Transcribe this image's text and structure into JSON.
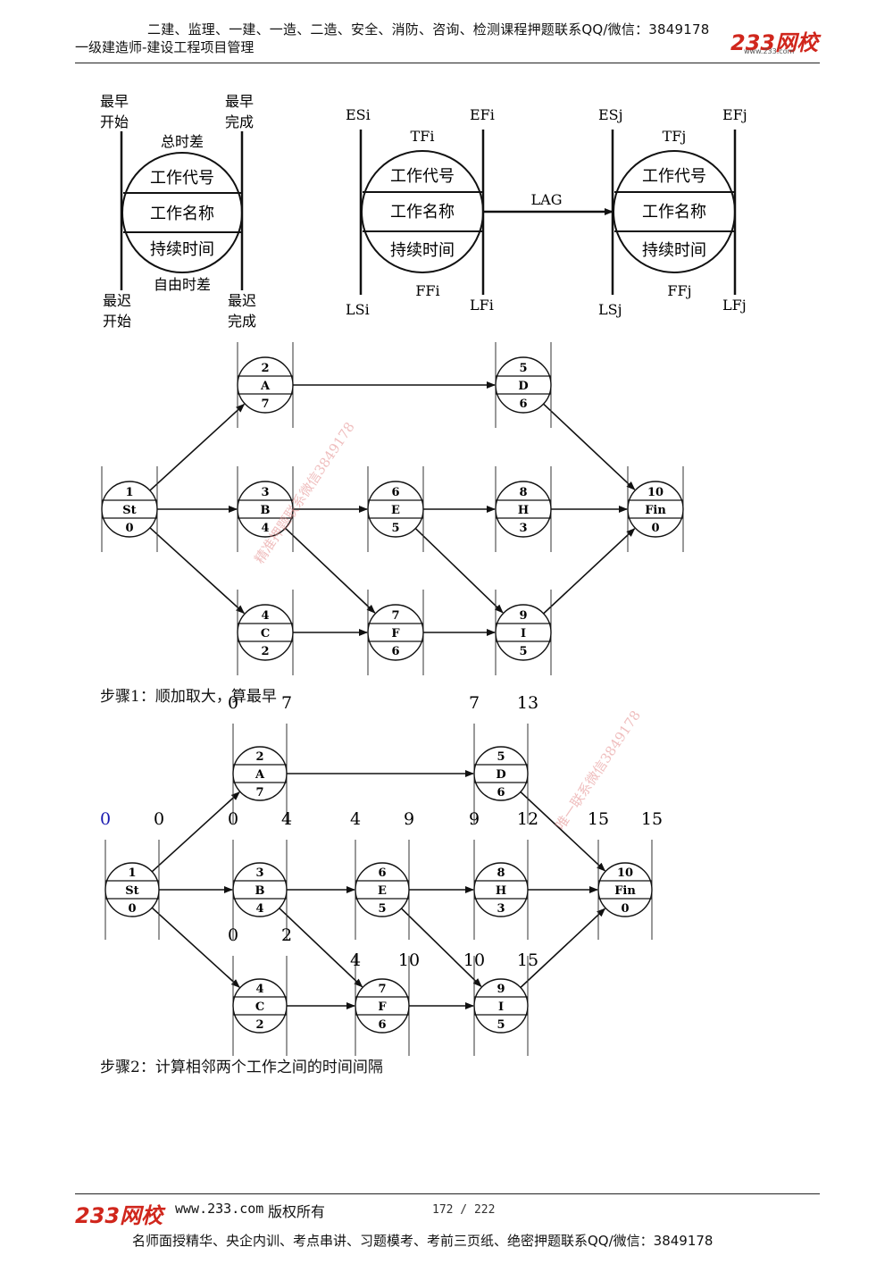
{
  "header": {
    "top_line": "二建、监理、一建、一造、二造、安全、消防、咨询、检测课程押题联系QQ/微信：3849178",
    "subtitle": "一级建造师-建设工程项目管理",
    "logo": "233网校",
    "logo_sub": "www.233.com"
  },
  "legend_simple": {
    "es": "最早\n开始",
    "ef": "最早\n完成",
    "ls": "最迟\n开始",
    "lf": "最迟\n完成",
    "tf": "总时差",
    "ff": "自由时差",
    "row1": "工作代号",
    "row2": "工作名称",
    "row3": "持续时间"
  },
  "legend_lag": {
    "i": {
      "es": "ESi",
      "ef": "EFi",
      "ls": "LSi",
      "lf": "LFi",
      "tf": "TFi",
      "ff": "FFi"
    },
    "j": {
      "es": "ESj",
      "ef": "EFj",
      "ls": "LSj",
      "lf": "LFj",
      "tf": "TFj",
      "ff": "FFj"
    },
    "lag": "LAG",
    "row1": "工作代号",
    "row2": "工作名称",
    "row3": "持续时间"
  },
  "network": {
    "nodes": [
      {
        "id": "1",
        "name": "St",
        "dur": "0"
      },
      {
        "id": "2",
        "name": "A",
        "dur": "7"
      },
      {
        "id": "3",
        "name": "B",
        "dur": "4"
      },
      {
        "id": "4",
        "name": "C",
        "dur": "2"
      },
      {
        "id": "5",
        "name": "D",
        "dur": "6"
      },
      {
        "id": "6",
        "name": "E",
        "dur": "5"
      },
      {
        "id": "7",
        "name": "F",
        "dur": "6"
      },
      {
        "id": "8",
        "name": "H",
        "dur": "3"
      },
      {
        "id": "9",
        "name": "I",
        "dur": "5"
      },
      {
        "id": "10",
        "name": "Fin",
        "dur": "0"
      }
    ],
    "edges": [
      [
        "1",
        "2"
      ],
      [
        "1",
        "3"
      ],
      [
        "1",
        "4"
      ],
      [
        "2",
        "5"
      ],
      [
        "3",
        "6"
      ],
      [
        "3",
        "7"
      ],
      [
        "4",
        "7"
      ],
      [
        "6",
        "8"
      ],
      [
        "6",
        "9"
      ],
      [
        "7",
        "9"
      ],
      [
        "5",
        "10"
      ],
      [
        "8",
        "10"
      ],
      [
        "9",
        "10"
      ]
    ]
  },
  "step1": "步骤1：顺加取大，算最早",
  "early_times": {
    "1": {
      "es": "0",
      "ef": "0"
    },
    "2": {
      "es": "0",
      "ef": "7"
    },
    "3": {
      "es": "0",
      "ef": "4"
    },
    "4": {
      "es": "0",
      "ef": "2"
    },
    "5": {
      "es": "7",
      "ef": "13"
    },
    "6": {
      "es": "4",
      "ef": "9"
    },
    "7": {
      "es": "4",
      "ef": "10"
    },
    "8": {
      "es": "9",
      "ef": "12"
    },
    "9": {
      "es": "10",
      "ef": "15"
    },
    "10": {
      "es": "15",
      "ef": "15"
    }
  },
  "step2": "步骤2：计算相邻两个工作之间的时间间隔",
  "watermark1": "精准押题联系微信3849178",
  "watermark2": "唯一联系微信3849178",
  "colors": {
    "highlight_start": "#1a1ab0",
    "watermark": "#e38a8a",
    "logo": "#d0261c"
  },
  "footer": {
    "site": "www.233.com",
    "copyright": "版权所有",
    "page": "172 / 222",
    "bottom_line": "名师面授精华、央企内训、考点串讲、习题模考、考前三页纸、绝密押题联系QQ/微信：3849178"
  }
}
